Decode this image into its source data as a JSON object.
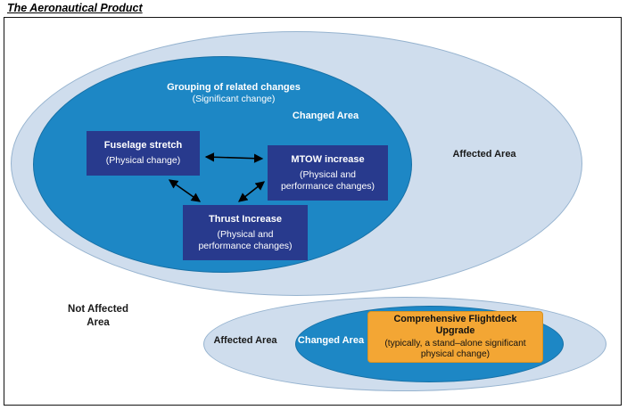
{
  "title": "The Aeronautical Product",
  "colors": {
    "light_blue": "#cfdded",
    "medium_blue": "#1d87c5",
    "navy": "#283a8d",
    "orange": "#f3a634",
    "orange_border": "#d9921f",
    "arrow": "#000000",
    "label_dark": "#1a1a1a"
  },
  "upper": {
    "grouping_title": "Grouping of related changes",
    "grouping_subtitle": "(Significant change)",
    "changed_area_label": "Changed Area",
    "affected_area_label": "Affected Area",
    "not_affected_label": "Not Affected\nArea",
    "boxes": [
      {
        "title": "Fuselage stretch",
        "subtitle": "(Physical change)"
      },
      {
        "title": "MTOW increase",
        "subtitle": "(Physical and\nperformance changes)"
      },
      {
        "title": "Thrust Increase",
        "subtitle": "(Physical and\nperformance changes)"
      }
    ]
  },
  "lower": {
    "affected_area_label": "Affected Area",
    "changed_area_label": "Changed Area",
    "box_title": "Comprehensive Flightdeck Upgrade",
    "box_subtitle": "(typically, a stand–alone significant\nphysical change)"
  }
}
